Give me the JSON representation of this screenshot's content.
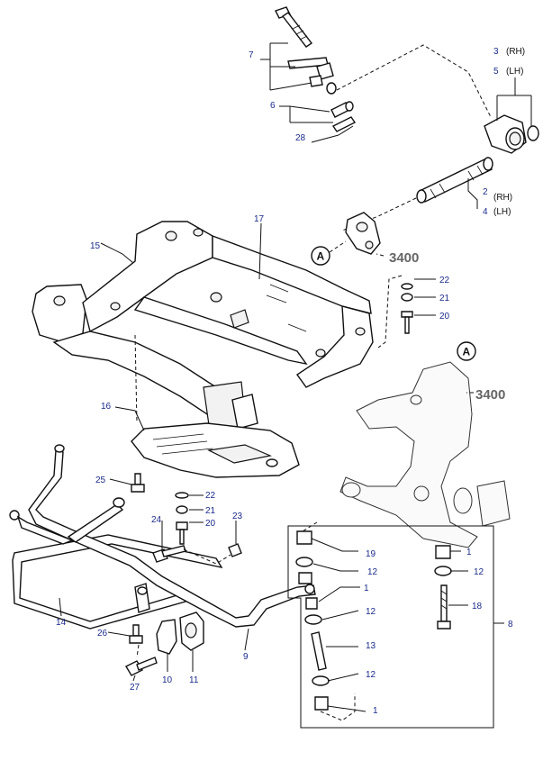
{
  "diagram": {
    "labels": {
      "p1a": "1",
      "p1b": "1",
      "p1c": "1",
      "p2": "2",
      "p3": "3",
      "p4": "4",
      "p5": "5",
      "p6": "6",
      "p7": "7",
      "p8": "8",
      "p9": "9",
      "p10": "10",
      "p11": "11",
      "p12a": "12",
      "p12b": "12",
      "p12c": "12",
      "p12d": "12",
      "p13": "13",
      "p14": "14",
      "p15": "15",
      "p16": "16",
      "p17": "17",
      "p18": "18",
      "p19": "19",
      "p20a": "20",
      "p20b": "20",
      "p21a": "21",
      "p21b": "21",
      "p22a": "22",
      "p22b": "22",
      "p23": "23",
      "p24": "24",
      "p25": "25",
      "p26": "26",
      "p27": "27",
      "p28": "28"
    },
    "side_labels": {
      "rh_top": "(RH)",
      "lh_top": "(LH)",
      "rh_mid": "(RH)",
      "lh_mid": "(LH)"
    },
    "refs": {
      "circle_a1": "A",
      "circle_a2": "A",
      "code1": "3400",
      "code2": "3400"
    }
  }
}
